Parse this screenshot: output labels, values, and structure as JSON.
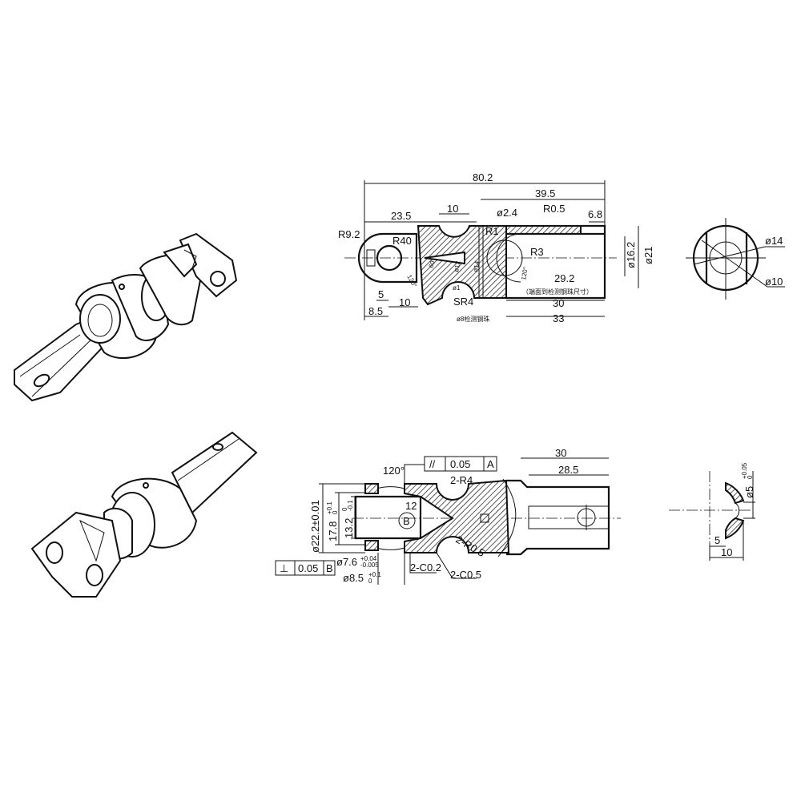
{
  "top_view": {
    "dims": [
      "80.2",
      "39.5",
      "23.5",
      "10",
      "ø2.4",
      "R0.5",
      "6.8",
      "R9.2",
      "R40",
      "R1",
      "R3",
      "ø16.2",
      "ø21",
      "60°",
      "120°",
      "120°",
      "ø12",
      "ø14",
      "ø1",
      "5",
      "10",
      "8.5",
      "SR4",
      "ø8检测钢珠",
      "29.2",
      "（端面到检测钢珠尺寸）",
      "30",
      "33"
    ]
  },
  "end_view": {
    "dims": [
      "ø14",
      "ø10"
    ]
  },
  "bottom_view": {
    "dims": [
      "120°",
      "2-R4",
      "12",
      "B",
      "ø22.2±0.01",
      "17.8",
      "+0.1",
      "0",
      "13.2",
      "0",
      "-0.1",
      "ø7.6",
      "+0.04",
      "-0.005",
      "ø8.5",
      "+0.1",
      "0",
      "2-C0.2",
      "2-R0.5",
      "2-C0.5",
      "30",
      "28.5"
    ],
    "parallelism_frame": {
      "symbol": "//",
      "tolerance": "0.05",
      "datum": "A"
    },
    "perpendicularity_frame": {
      "symbol": "⊥",
      "tolerance": "0.05",
      "datum": "B"
    }
  },
  "ball_seat_view": {
    "dims": [
      "ø5",
      "+0.05",
      "0",
      "5",
      "10"
    ]
  }
}
